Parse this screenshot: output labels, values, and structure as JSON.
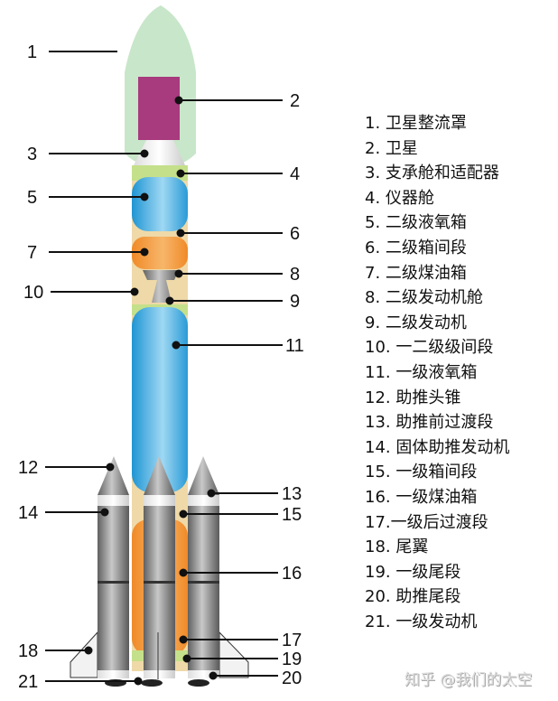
{
  "callout_numbers": [
    "1",
    "2",
    "3",
    "4",
    "5",
    "6",
    "7",
    "8",
    "9",
    "10",
    "11",
    "12",
    "13",
    "14",
    "15",
    "16",
    "17",
    "18",
    "19",
    "20",
    "21"
  ],
  "legend": [
    "1. 卫星整流罩",
    "2. 卫星",
    "3. 支承舱和适配器",
    "4. 仪器舱",
    "5. 二级液氧箱",
    "6. 二级箱间段",
    "7. 二级煤油箱",
    "8. 二级发动机舱",
    "9. 二级发动机",
    "10. 一二级级间段",
    "11. 一级液氧箱",
    "12. 助推头锥",
    "13. 助推前过渡段",
    "14. 固体助推发动机",
    "15. 一级箱间段",
    "16. 一级煤油箱",
    "17.一级后过渡段",
    "18. 尾翼",
    "19. 一级尾段",
    "20. 助推尾段",
    "21. 一级发动机"
  ],
  "watermark": "知乎 @我们的太空",
  "colors": {
    "fairing": "#c8e6c9",
    "satellite": "#a83a7e",
    "lox": "#3fa9dc",
    "kerosene": "#f39233",
    "interstage": "#efd9a8",
    "band": "#c5e08a",
    "booster": "#8a8a8a"
  }
}
